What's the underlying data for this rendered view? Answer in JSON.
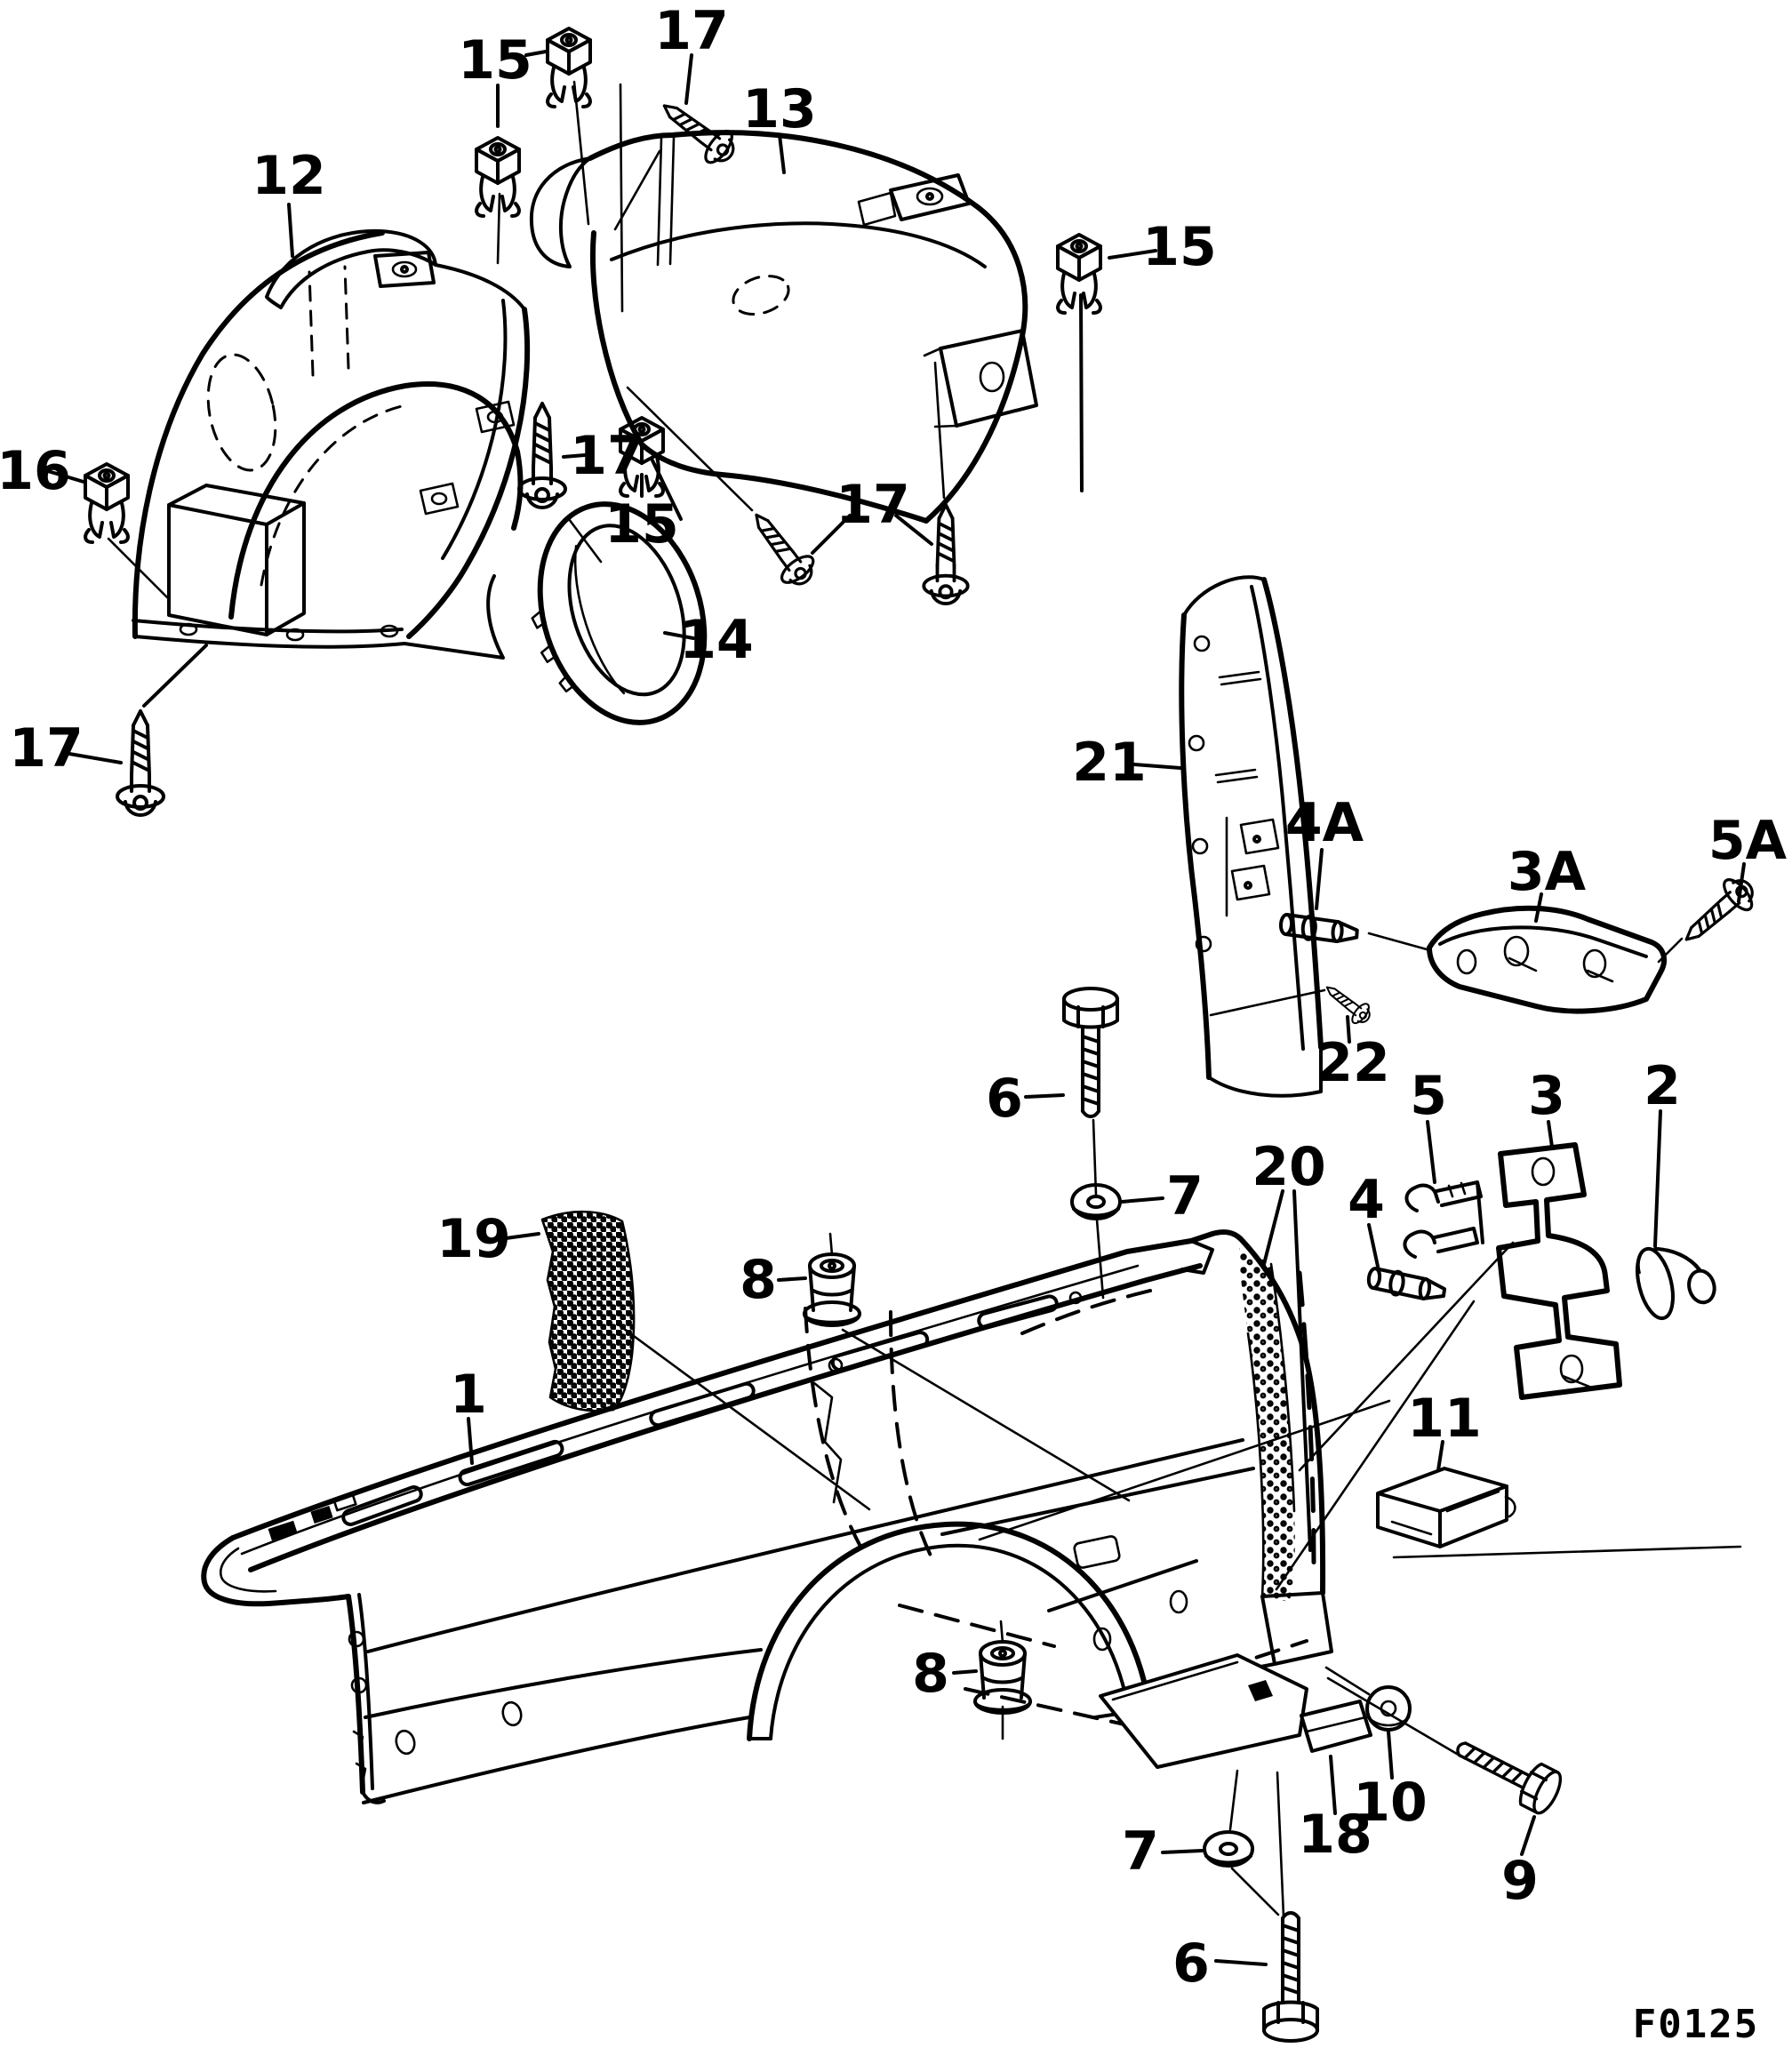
{
  "figure_code": "F0125",
  "callouts": {
    "n15_top": "15",
    "n17_top": "17",
    "n13": "13",
    "n12": "12",
    "n15_right": "15",
    "n16": "16",
    "n17_left": "17",
    "n15_mid": "15",
    "n17_mid": "17",
    "n14": "14",
    "n17_bottom_left": "17",
    "n21": "21",
    "n4A": "4A",
    "n3A": "3A",
    "n5A": "5A",
    "n22": "22",
    "n6_top": "6",
    "n5": "5",
    "n3": "3",
    "n2": "2",
    "n7_top": "7",
    "n20": "20",
    "n4": "4",
    "n19": "19",
    "n8_top": "8",
    "n1": "1",
    "n11": "11",
    "n8_bottom": "8",
    "n10": "10",
    "n18": "18",
    "n7_bottom": "7",
    "n9": "9",
    "n6_bottom": "6"
  }
}
